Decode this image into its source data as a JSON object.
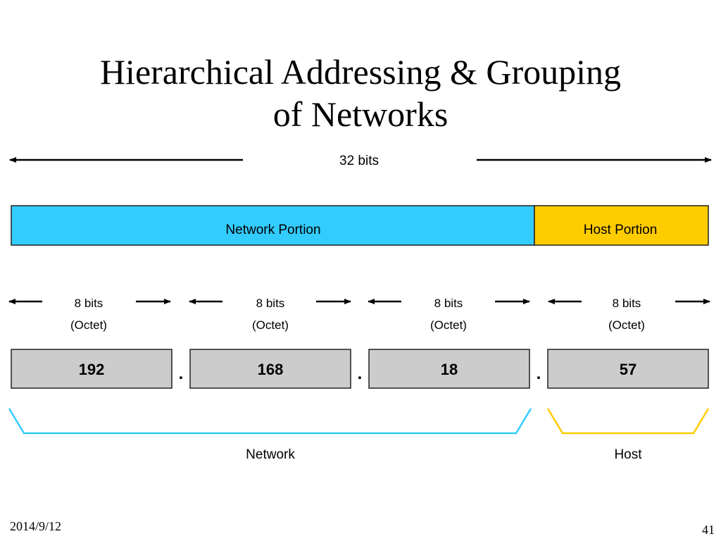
{
  "title": {
    "line1": "Hierarchical Addressing & Grouping",
    "line2": "of Networks"
  },
  "diagram": {
    "total_bits_label": "32 bits",
    "network_portion_label": "Network Portion",
    "host_portion_label": "Host Portion",
    "octet_bits_label": "8 bits",
    "octet_sub_label": "(Octet)",
    "octets": [
      "192",
      "168",
      "18",
      "57"
    ],
    "separator": ".",
    "network_label": "Network",
    "host_label": "Host",
    "colors": {
      "network": "#33ccff",
      "host": "#ffcc00",
      "octet_fill": "#cccccc",
      "border": "#222222"
    }
  },
  "footer": {
    "date": "2014/9/12",
    "page": "41"
  }
}
